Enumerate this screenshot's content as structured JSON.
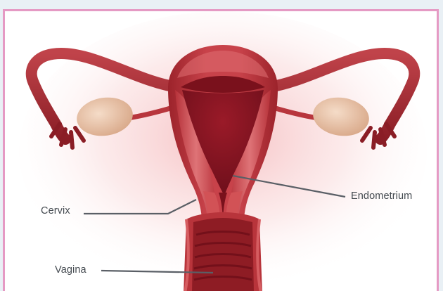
{
  "labels": {
    "cervix": "Cervix",
    "vagina": "Vagina",
    "endometrium": "Endometrium"
  },
  "colors": {
    "frame_border": "#e59ac4",
    "tissue_dark": "#8e1c24",
    "tissue_main": "#b9343b",
    "tissue_light": "#d95a5e",
    "ovary": "#e6bfa3",
    "glow": "#f7c9cb",
    "leader_line": "#5a5f66"
  }
}
